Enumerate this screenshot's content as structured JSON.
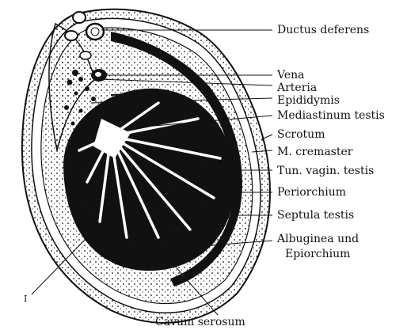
{
  "figure": {
    "labels": {
      "ductus_deferens": "Ductus deferens",
      "vena": "Vena",
      "arteria": "Arteria",
      "epididymis": "Epididymis",
      "mediastinum_testis": "Mediastinum testis",
      "scrotum": "Scrotum",
      "m_cremaster": "M. cremaster",
      "tun_vagin_testis": "Tun. vagin. testis",
      "periorchium": "Periorchium",
      "septula_testis": "Septula testis",
      "albuginea_und": "Albuginea und",
      "epiorchium": "Epiorchium",
      "cavum_serosum": "Cavum serosum",
      "marker_i": "I"
    },
    "colors": {
      "ink": "#111111",
      "paper": "#ffffff"
    }
  }
}
